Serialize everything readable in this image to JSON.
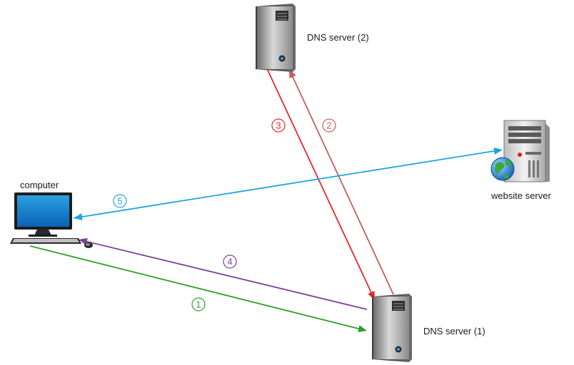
{
  "nodes": {
    "computer": {
      "label": "computer"
    },
    "dns1": {
      "label": "DNS server (1)"
    },
    "dns2": {
      "label": "DNS server (2)"
    },
    "website": {
      "label": "website server"
    }
  },
  "arrows": [
    {
      "id": "step-1",
      "number": "1",
      "color": "#2ca02c",
      "from": "computer",
      "to": "DNS server (1)"
    },
    {
      "id": "step-2",
      "number": "2",
      "color": "#c0605c",
      "from": "DNS server (1)",
      "to": "DNS server (2)"
    },
    {
      "id": "step-3",
      "number": "3",
      "color": "#e8262c",
      "from": "DNS server (2)",
      "to": "DNS server (1)"
    },
    {
      "id": "step-4",
      "number": "4",
      "color": "#7f3f98",
      "from": "DNS server (1)",
      "to": "computer"
    },
    {
      "id": "step-5",
      "number": "5",
      "color": "#1ea5dc",
      "from": "computer",
      "to": "website server",
      "bidirectional": true
    }
  ]
}
